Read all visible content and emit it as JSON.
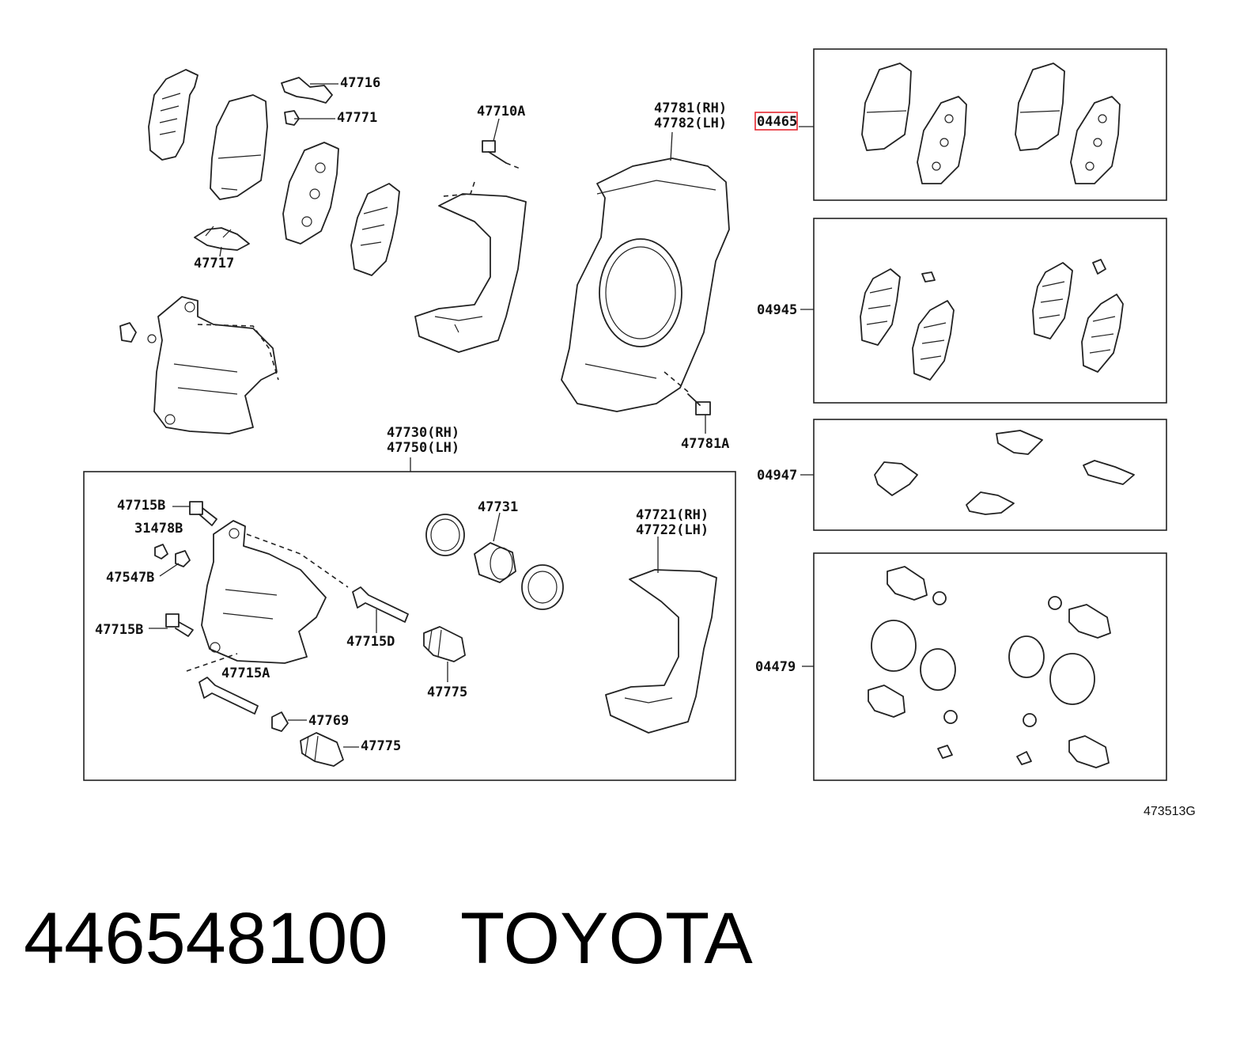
{
  "diagram": {
    "labels": {
      "l47716": "47716",
      "l47771": "47771",
      "l47717": "47717",
      "l47710A": "47710A",
      "l47781rh": "47781(RH)",
      "l47782lh": "47782(LH)",
      "l47781A": "47781A",
      "l47730rh": "47730(RH)",
      "l47750lh": "47750(LH)",
      "l47715B_top": "47715B",
      "l31478B": "31478B",
      "l47547B": "47547B",
      "l47715B_bot": "47715B",
      "l47715A": "47715A",
      "l47769": "47769",
      "l47775_bot": "47775",
      "l47731": "47731",
      "l47715D": "47715D",
      "l47775_mid": "47775",
      "l47721rh": "47721(RH)",
      "l47722lh": "47722(LH)"
    },
    "kits": [
      {
        "code": "04465",
        "highlighted": true,
        "highlight_color": "#e4262e"
      },
      {
        "code": "04945"
      },
      {
        "code": "04947"
      },
      {
        "code": "04479"
      }
    ],
    "illustration_id": "473513G"
  },
  "caption": {
    "part_number": "446548100",
    "brand": "TOYOTA"
  }
}
